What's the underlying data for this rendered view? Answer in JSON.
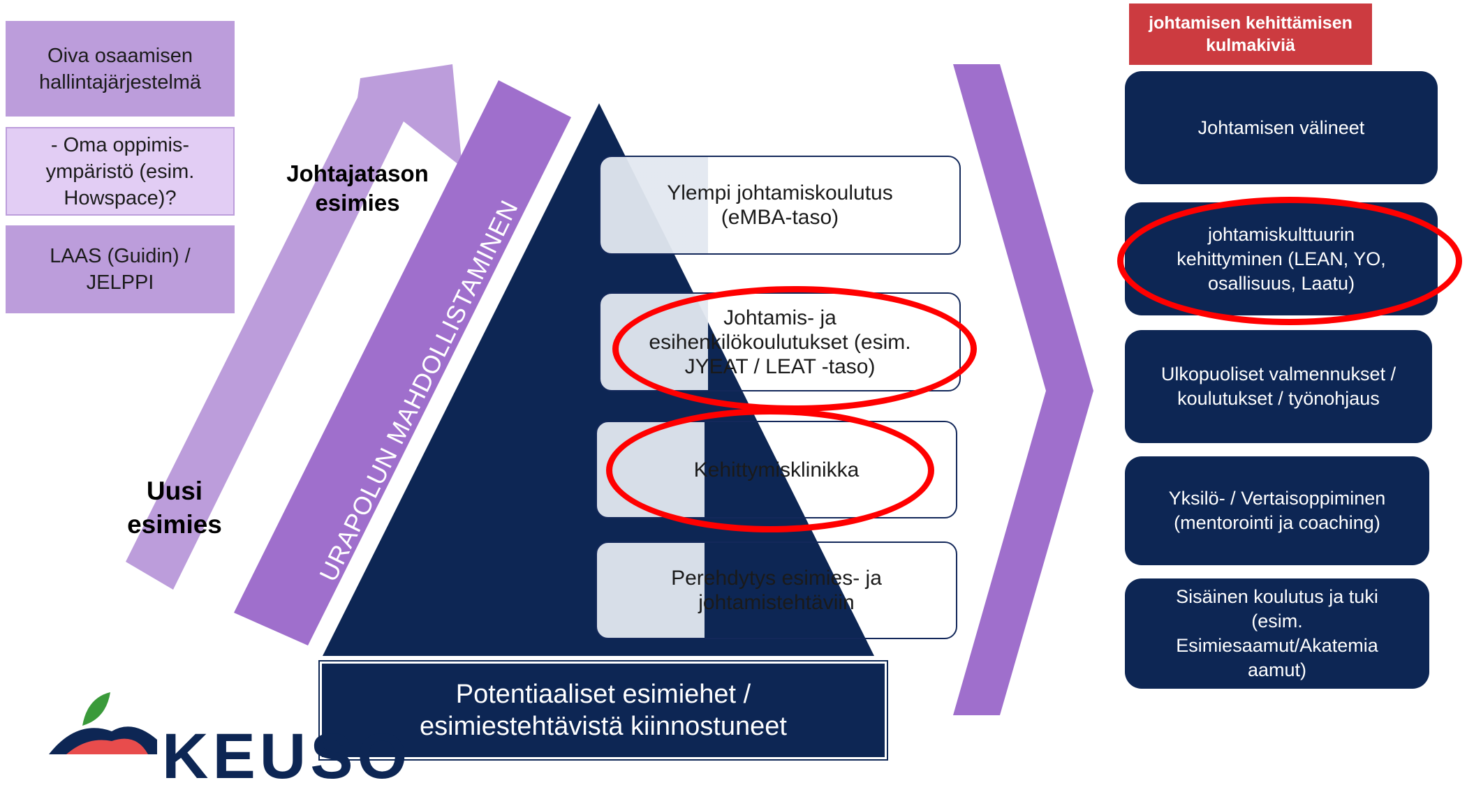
{
  "left_tools": [
    {
      "label": "Oiva osaamisen\nhallintajärjestelmä"
    },
    {
      "label": "- Oma oppimis-\nympäristö (esim.\nHowspace)?"
    },
    {
      "label": "LAAS (Guidin) /\nJELPPI"
    }
  ],
  "labels": {
    "leader_level": "Johtajatason\nesimies",
    "new_supervisor": "Uusi\nesimies",
    "career_path": "URAPOLUN MAHDOLLISTAMINEN"
  },
  "pyramid_levels": [
    {
      "label": "Ylempi johtamiskoulutus\n(eMBA-taso)"
    },
    {
      "label": "Johtamis- ja\nesihenkilökoulutukset (esim.\nJYEAT / LEAT -taso)"
    },
    {
      "label": "Kehittymisklinikka"
    },
    {
      "label": "Perehdytys esimies- ja\njohtamistehtäviin"
    }
  ],
  "pyramid_base": "Potentiaaliset esimiehet /\nesimiestehtävistä kiinnostuneet",
  "cornerstones": {
    "title": "johtamisen kehittämisen\nkulmakiviä",
    "items": [
      {
        "label": "Johtamisen välineet"
      },
      {
        "label": "johtamiskulttuurin\nkehittyminen (LEAN, YO,\nosallisuus, Laatu)"
      },
      {
        "label": "Ulkopuoliset valmennukset /\nkoulutukset / työnohjaus"
      },
      {
        "label": "Yksilö- / Vertaisoppiminen\n(mentorointi ja coaching)"
      },
      {
        "label": "Sisäinen koulutus ja tuki\n(esim.\nEsimiesaamut/Akatemia\naamut)"
      }
    ]
  },
  "logo": {
    "text": "KEUSO"
  },
  "colors": {
    "purple_light": "#bc9ddb",
    "purple_dark": "#9f6fcc",
    "navy": "#0d2654",
    "highlight_red": "#ff0000",
    "title_red": "#cc3b40"
  }
}
